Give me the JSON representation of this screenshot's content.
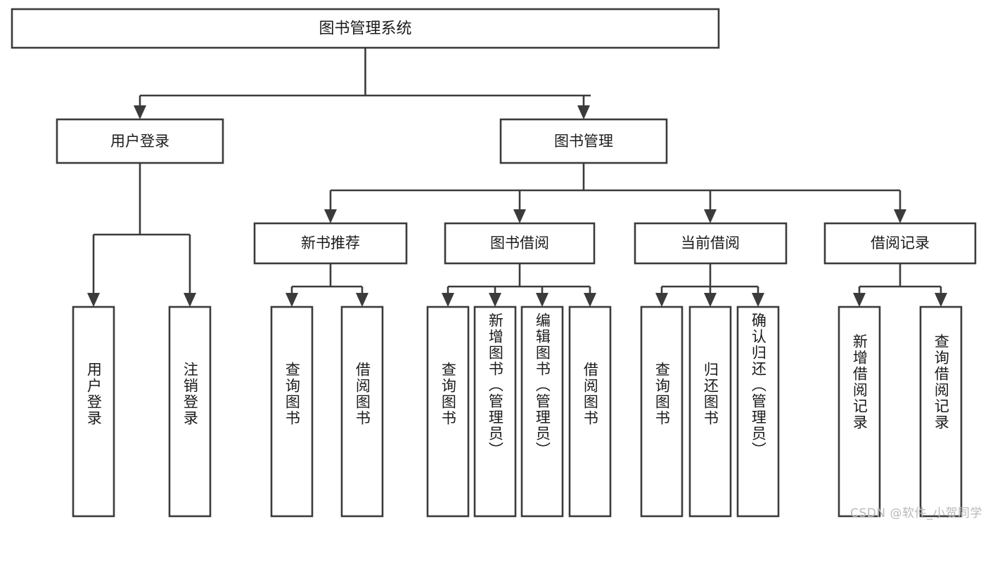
{
  "diagram": {
    "type": "tree",
    "title": "图书管理系统",
    "orientation": "top-down",
    "colors": {
      "box_stroke": "#3b3b3b",
      "box_fill": "#ffffff",
      "text": "#1b1b1b",
      "connector": "#3b3b3b",
      "background": "#ffffff",
      "watermark": "#b9b9b9"
    },
    "root": {
      "label": "图书管理系统",
      "name": "node-book-management-system"
    },
    "level2": [
      {
        "label": "用户登录",
        "name": "node-user-login"
      },
      {
        "label": "图书管理",
        "name": "node-book-management"
      }
    ],
    "level3": [
      {
        "label": "新书推荐",
        "name": "node-new-book-recommend"
      },
      {
        "label": "图书借阅",
        "name": "node-book-borrow"
      },
      {
        "label": "当前借阅",
        "name": "node-current-borrow"
      },
      {
        "label": "借阅记录",
        "name": "node-borrow-record"
      }
    ],
    "leaves": {
      "user_login": [
        {
          "label": "用户登录",
          "name": "leaf-user-login"
        },
        {
          "label": "注销登录",
          "name": "leaf-logout"
        }
      ],
      "new_book_recommend": [
        {
          "label": "查询图书",
          "name": "leaf-query-book-1"
        },
        {
          "label": "借阅图书",
          "name": "leaf-borrow-book-1"
        }
      ],
      "book_borrow": [
        {
          "label": "查询图书",
          "name": "leaf-query-book-2"
        },
        {
          "label": "新增图书（管理员）",
          "name": "leaf-add-book-admin"
        },
        {
          "label": "编辑图书（管理员）",
          "name": "leaf-edit-book-admin"
        },
        {
          "label": "借阅图书",
          "name": "leaf-borrow-book-2"
        }
      ],
      "current_borrow": [
        {
          "label": "查询图书",
          "name": "leaf-query-book-3"
        },
        {
          "label": "归还图书",
          "name": "leaf-return-book"
        },
        {
          "label": "确认归还（管理员）",
          "name": "leaf-confirm-return-admin"
        }
      ],
      "borrow_record": [
        {
          "label": "新增借阅记录",
          "name": "leaf-add-borrow-record"
        },
        {
          "label": "查询借阅记录",
          "name": "leaf-query-borrow-record"
        }
      ]
    }
  },
  "watermark": {
    "text": "CSDN @软件_小贺同学"
  }
}
